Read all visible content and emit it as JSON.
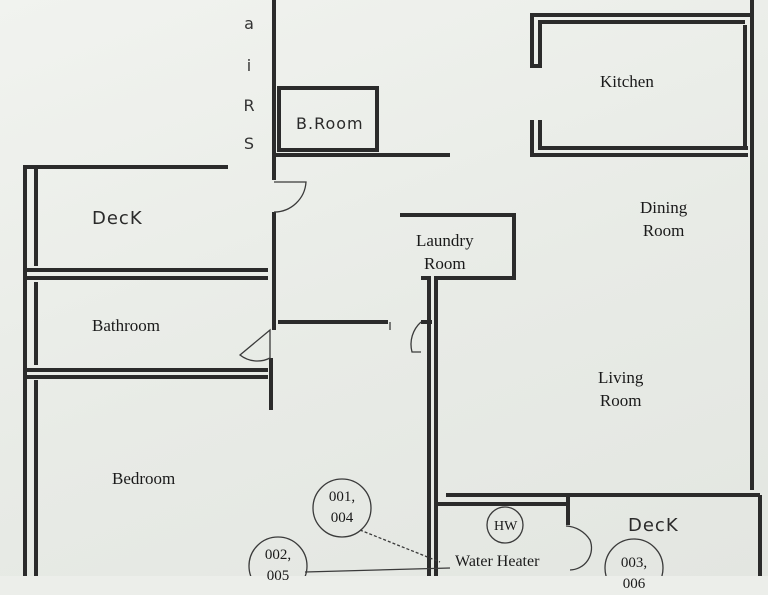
{
  "rooms": {
    "kitchen": "Kitchen",
    "dining": [
      "Dining",
      "Room"
    ],
    "laundry": [
      "Laundry",
      "Room"
    ],
    "living": [
      "Living",
      "Room"
    ],
    "bathroom": "Bathroom",
    "bedroom": "Bedroom",
    "broom": "B.Room",
    "deck_left": "DecK",
    "deck_right": "DecK",
    "water_heater": "Water Heater",
    "hw": "HW"
  },
  "stairs_letters": [
    "a",
    "i",
    "R",
    "S"
  ],
  "sample_tags": [
    {
      "line1": "001,",
      "line2": "004"
    },
    {
      "line1": "002,",
      "line2": "005"
    },
    {
      "line1": "003,",
      "line2": "006"
    }
  ]
}
